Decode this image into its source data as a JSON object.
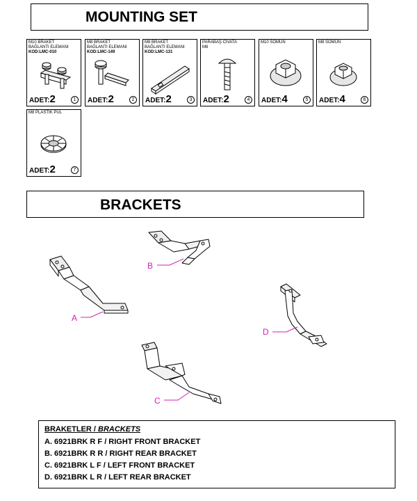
{
  "mounting_set": {
    "title": "MOUNTING SET",
    "parts": [
      {
        "label": "M10 BRAKET\nBAĞLANTI ELEMANI",
        "code": "KOD:LMC-010",
        "qty_prefix": "ADET:",
        "qty": "2",
        "num": "1",
        "icon": "bracket-connector-m10-icon"
      },
      {
        "label": "M8 BRAKET\nBAĞLANTI ELEMANI",
        "code": "KOD:LMC-149",
        "qty_prefix": "ADET:",
        "qty": "2",
        "num": "2",
        "icon": "bracket-connector-m8-icon"
      },
      {
        "label": "M8 BRAKET\nBAĞLANTI ELEMANI",
        "code": "KOD:LMC-131",
        "qty_prefix": "ADET:",
        "qty": "2",
        "num": "3",
        "icon": "bracket-plate-m8-icon"
      },
      {
        "label": "PARABAŞ CİVATA\nM8",
        "code": "",
        "qty_prefix": "ADET:",
        "qty": "2",
        "num": "4",
        "icon": "carriage-bolt-icon"
      },
      {
        "label": "M10 SOMUN",
        "code": "",
        "qty_prefix": "ADET:",
        "qty": "4",
        "num": "5",
        "icon": "flange-nut-m10-icon"
      },
      {
        "label": "M8 SOMUN",
        "code": "",
        "qty_prefix": "ADET:",
        "qty": "4",
        "num": "6",
        "icon": "flange-nut-m8-icon"
      },
      {
        "label": "M8 PLASTİK PUL",
        "code": "",
        "qty_prefix": "ADET:",
        "qty": "2",
        "num": "7",
        "icon": "plastic-washer-icon"
      }
    ]
  },
  "brackets": {
    "title": "BRACKETS",
    "labels": [
      "A",
      "B",
      "C",
      "D"
    ],
    "colors": {
      "label": "#d020b0"
    }
  },
  "legend": {
    "heading_tr": "BRAKETLER /",
    "heading_en": "BRACKETS",
    "rows": [
      "A. 6921BRK R F / RIGHT FRONT BRACKET",
      "B. 6921BRK R R / RIGHT REAR BRACKET",
      "C. 6921BRK L F / LEFT FRONT BRACKET",
      "D. 6921BRK L R / LEFT REAR BRACKET"
    ]
  }
}
